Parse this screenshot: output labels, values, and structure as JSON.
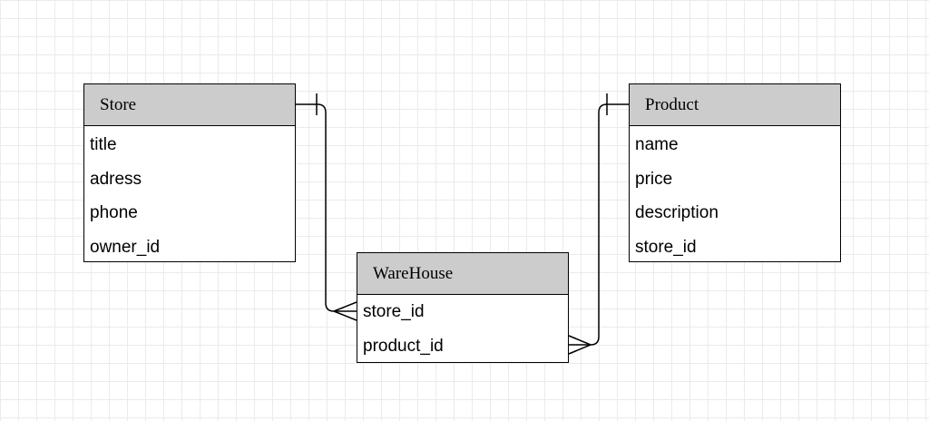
{
  "diagram": {
    "entities": [
      {
        "id": "store",
        "title": "Store",
        "fields": [
          "title",
          "adress",
          "phone",
          "owner_id"
        ]
      },
      {
        "id": "product",
        "title": "Product",
        "fields": [
          "name",
          "price",
          "description",
          "store_id"
        ]
      },
      {
        "id": "warehouse",
        "title": "WareHouse",
        "fields": [
          "store_id",
          "product_id"
        ]
      }
    ],
    "relationships": [
      {
        "from": "store",
        "to": "warehouse.store_id",
        "from_cardinality": "one",
        "to_cardinality": "many"
      },
      {
        "from": "product",
        "to": "warehouse.product_id",
        "from_cardinality": "one",
        "to_cardinality": "many"
      }
    ],
    "colors": {
      "header_fill": "#cccccc",
      "border": "#000000",
      "grid": "#ebebeb",
      "background": "#ffffff"
    }
  }
}
